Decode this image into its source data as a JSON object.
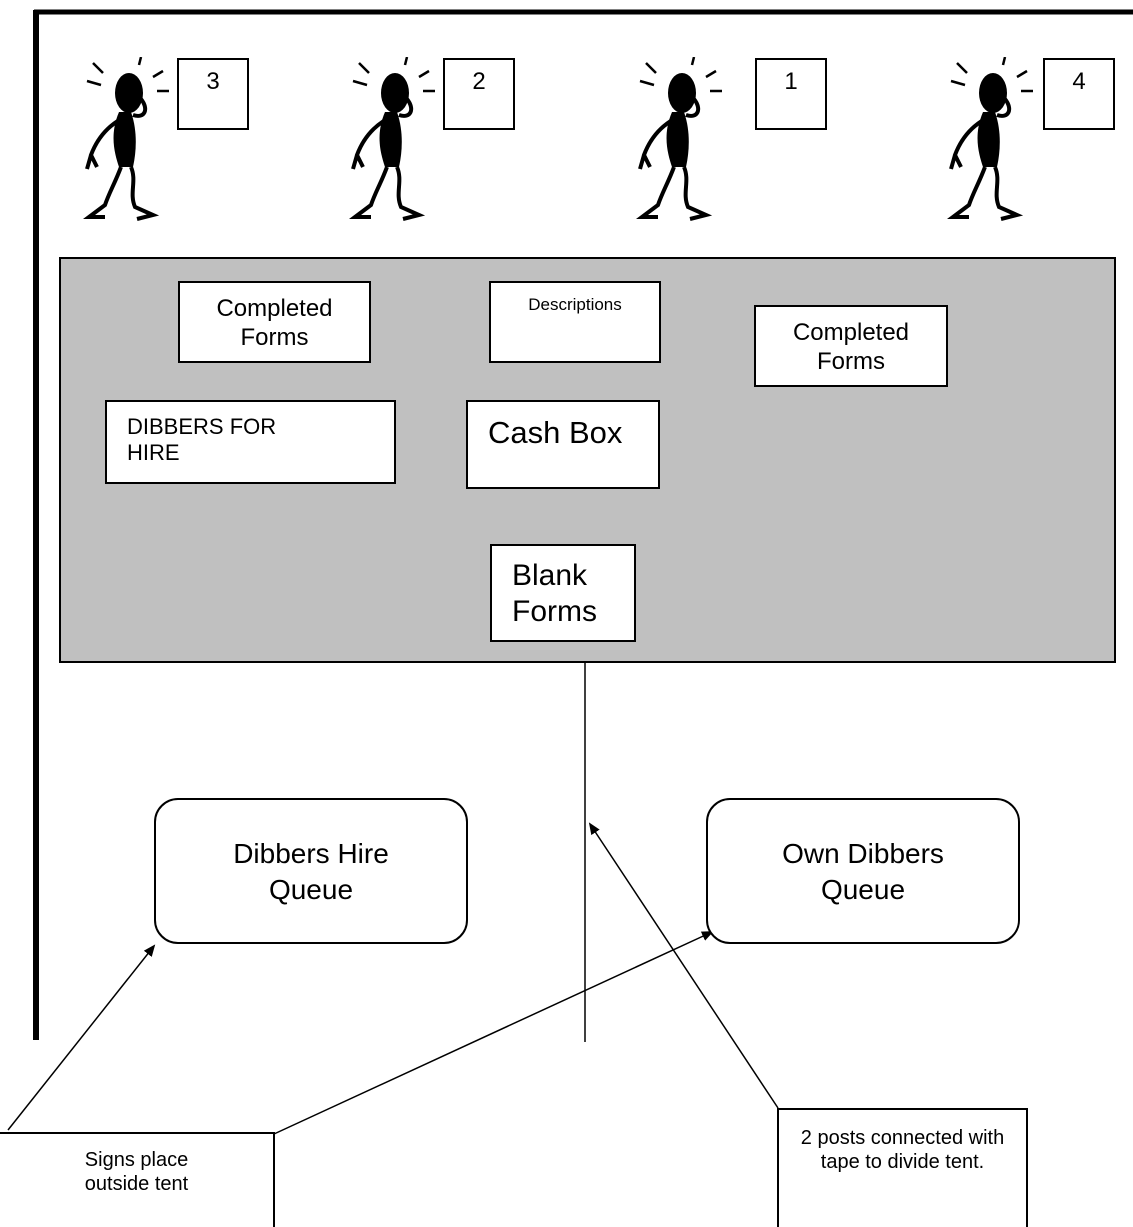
{
  "tellers": [
    {
      "number": "3"
    },
    {
      "number": "2"
    },
    {
      "number": "1"
    },
    {
      "number": "4"
    }
  ],
  "table": {
    "completed_forms_left": "Completed Forms",
    "descriptions": "Descriptions",
    "completed_forms_right": "Completed Forms",
    "dibbers_for_hire": "DIBBERS FOR HIRE",
    "cash_box": "Cash Box",
    "blank_forms": "Blank Forms"
  },
  "queues": {
    "hire": "Dibbers Hire Queue",
    "own": "Own Dibbers Queue"
  },
  "notes": {
    "signs": "Signs place outside tent",
    "posts": "2 posts connected with tape to divide tent."
  }
}
